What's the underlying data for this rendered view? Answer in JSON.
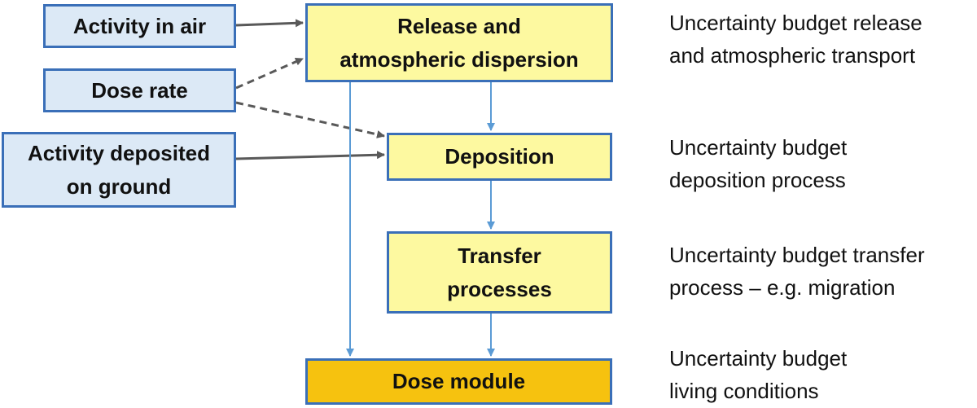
{
  "inputs": {
    "activity_air": "Activity in air",
    "dose_rate": "Dose rate",
    "activity_ground_line1": "Activity deposited",
    "activity_ground_line2": "on ground"
  },
  "processes": {
    "release_line1": "Release and",
    "release_line2": "atmospheric dispersion",
    "deposition": "Deposition",
    "transfer_line1": "Transfer",
    "transfer_line2": "processes",
    "dose_module": "Dose module"
  },
  "budgets": {
    "release_line1": "Uncertainty budget release",
    "release_line2": "and atmospheric transport",
    "deposition_line1": "Uncertainty budget",
    "deposition_line2": "deposition process",
    "transfer_line1": "Uncertainty budget transfer",
    "transfer_line2": "process – e.g. migration",
    "dose_line1": "Uncertainty budget",
    "dose_line2": "living conditions"
  },
  "colors": {
    "input_fill": "#dce9f6",
    "process_fill": "#fdf9a0",
    "dose_fill": "#f6c20f",
    "box_border": "#3a6fb8",
    "flow_arrow": "#5b9bd5",
    "input_arrow": "#595959"
  }
}
